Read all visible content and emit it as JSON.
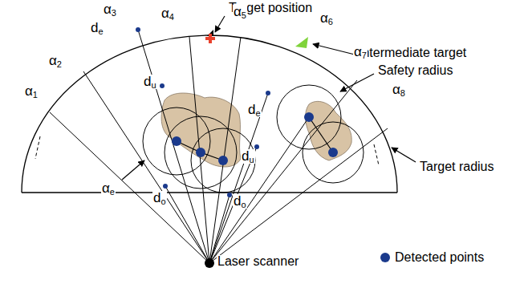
{
  "diagram": {
    "labels": [
      "Target position",
      "Intermediate target",
      "Safety radius",
      "Target radius",
      "Laser scanner",
      "α1",
      "α2",
      "α3",
      "α4",
      "α5",
      "α6",
      "α7",
      "α8",
      "αe",
      "de",
      "du",
      "do",
      "do",
      "de",
      "du"
    ],
    "legend": [
      {
        "text": "Detected points",
        "color": "#1b3a8c"
      }
    ]
  }
}
